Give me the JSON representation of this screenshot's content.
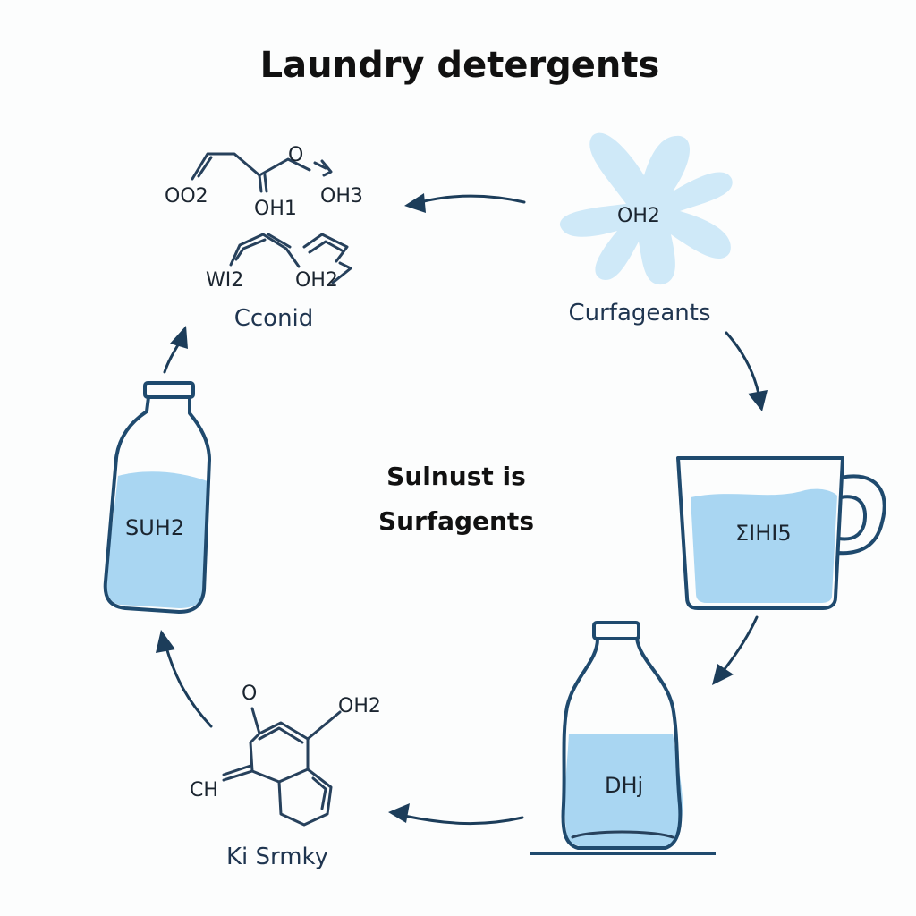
{
  "title": "Laundry detergents",
  "center_text": {
    "line1": "Sulnust is",
    "line2": "Surfagents"
  },
  "top_left": {
    "label": "Cconid",
    "formulas": [
      "OO2",
      "OH1",
      "O",
      "OH3",
      "WI2",
      "OH2"
    ]
  },
  "top_right": {
    "label": "Curfageants",
    "splash_formula": "OH2"
  },
  "right": {
    "cup_formula": "ΣIHI5"
  },
  "bottom_right": {
    "jug_formula": "DHj"
  },
  "bottom_left": {
    "label": "Ki Srmky",
    "formulas": [
      "O",
      "OH2",
      "CH"
    ]
  },
  "left": {
    "bottle_formula": "SUH2"
  },
  "colors": {
    "water": "#a9d6f2",
    "outline": "#1f4a6e",
    "arrow": "#1c3d5a"
  }
}
